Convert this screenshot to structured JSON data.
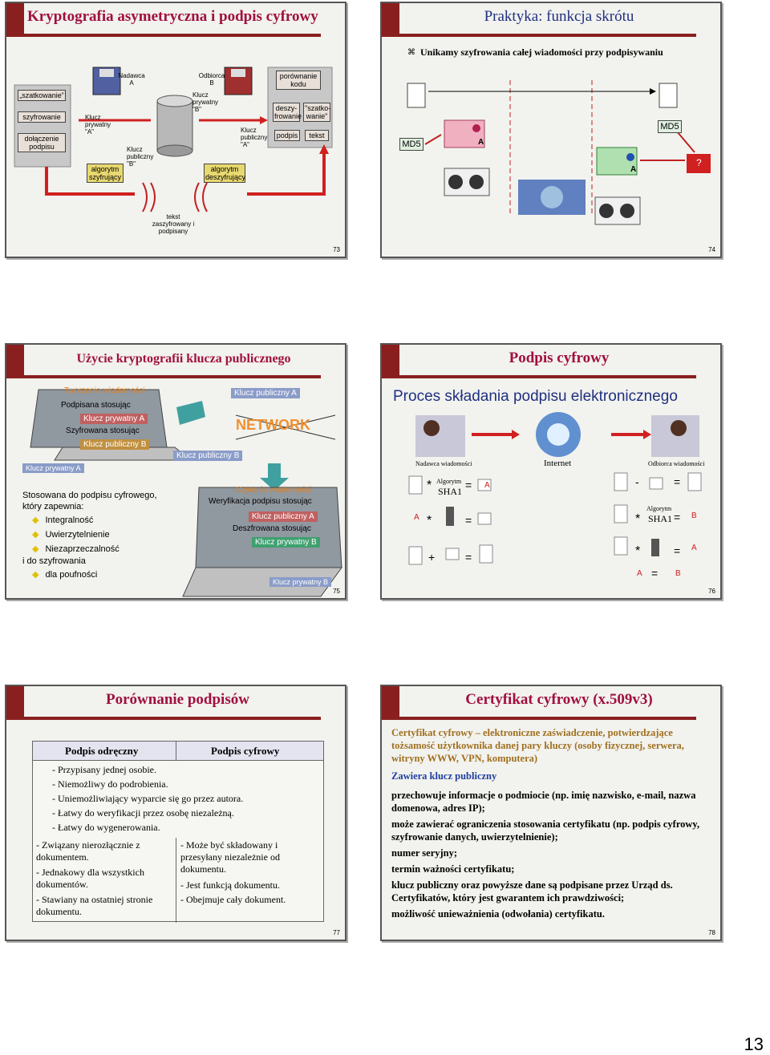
{
  "page_number": "13",
  "slides": {
    "s73": {
      "title": "Kryptografia asymetryczna i podpis cyfrowy",
      "num": "73",
      "labels": {
        "szatkowanie": "„szatkowanie”",
        "szyfrowanie": "szyfrowanie",
        "dolaczenie": "dołączenie podpisu",
        "nadawca": "Nadawca A",
        "odbiorca": "Odbiorca B",
        "klucz_pryw_a": "Klucz prywatny \"A\"",
        "klucz_pryw_b": "Klucz prywatny \"B\"",
        "klucz_pub_b": "Klucz publiczny \"B\"",
        "klucz_pub_a": "Klucz publiczny \"A\"",
        "alg_szyfr": "algorytm szyfrujący",
        "alg_deszyfr": "algorytm deszyfrujący",
        "porownanie": "porównanie kodu",
        "deszyfrowanie": "deszy-frowanie",
        "szatkowanie2": "\"szatko-wanie\"",
        "podpis": "podpis",
        "tekst": "tekst",
        "tekst_zaszyfr": "tekst zaszyfrowany i podpisany"
      }
    },
    "s74": {
      "title": "Praktyka: funkcja skrótu",
      "num": "74",
      "subtitle": "Unikamy szyfrowania całej wiadomości przy podpisywaniu",
      "md5_left": "MD5",
      "md5_right": "MD5",
      "a_left": "A",
      "a_right": "A",
      "question": "?"
    },
    "s75": {
      "title": "Użycie kryptografii klucza publicznego",
      "num": "75",
      "top_lines": [
        "Tworzenie wiadomości",
        "Podpisana stosując",
        "Klucz prywatny A",
        "Szyfrowana stosując",
        "Klucz publiczny B"
      ],
      "key_a": "Klucz prywatny A",
      "klucz_pub_a_top": "Klucz publiczny A",
      "klucz_pub_b_mid": "Klucz publiczny B",
      "network": "NETWORK",
      "left_text": [
        "Stosowana do podpisu cyfrowego,",
        "który zapewnia:"
      ],
      "bullets": [
        "Integralność",
        "Uwierzytelnienie",
        "Niezaprzeczalność"
      ],
      "i_do": "i do szyfrowania",
      "bullet2": "dla poufności",
      "right_lines": [
        "Czytanie wiadomości",
        "Weryfikacja podpisu stosując",
        "Klucz publiczny A",
        "Deszfrowana stosując",
        "Klucz prywatny B"
      ],
      "key_b": "Klucz prywatny B"
    },
    "s76": {
      "title": "Podpis cyfrowy",
      "num": "76",
      "subtitle": "Proces składania podpisu elektronicznego",
      "nadawca": "Nadawca wiadomości",
      "internet": "Internet",
      "odbiorca": "Odbiorca wiadomości",
      "algorytm": "Algorytm",
      "sha1": "SHA1",
      "a": "A",
      "b": "B"
    },
    "s77": {
      "title": "Porównanie podpisów",
      "num": "77",
      "col1": "Podpis odręczny",
      "col2": "Podpis cyfrowy",
      "shared": [
        "- Przypisany jednej osobie.",
        "- Niemożliwy do podrobienia.",
        "- Uniemożliwiający wyparcie się go przez autora.",
        "- Łatwy do weryfikacji przez osobę niezależną.",
        "- Łatwy do wygenerowania."
      ],
      "left": [
        "-  Związany nierozłącznie z dokumentem.",
        "-  Jednakowy dla wszystkich dokumentów.",
        "-  Stawiany na ostatniej stronie dokumentu."
      ],
      "right": [
        "-  Może być składowany i przesyłany niezależnie od dokumentu.",
        "-  Jest funkcją dokumentu.",
        "-  Obejmuje cały dokument."
      ]
    },
    "s78": {
      "title": "Certyfikat cyfrowy (x.509v3)",
      "num": "78",
      "p1": "Certyfikat cyfrowy – elektroniczne zaświadczenie, potwierdzające tożsamość użytkownika danej pary kluczy (osoby fizycznej, serwera, witryny WWW, VPN, komputera)",
      "p2": "Zawiera klucz publiczny",
      "p3": "przechowuje informacje o podmiocie  (np. imię nazwisko, e-mail, nazwa domenowa, adres IP);",
      "p4": "może zawierać ograniczenia stosowania certyfikatu (np. podpis cyfrowy, szyfrowanie danych, uwierzytelnienie);",
      "p5": "numer seryjny;",
      "p6": "termin ważności certyfikatu;",
      "p7": "klucz publiczny oraz powyższe dane są podpisane przez Urząd ds. Certyfikatów, który jest gwarantem ich prawdziwości;",
      "p8": "możliwość unieważnienia (odwołania) certyfikatu."
    }
  }
}
